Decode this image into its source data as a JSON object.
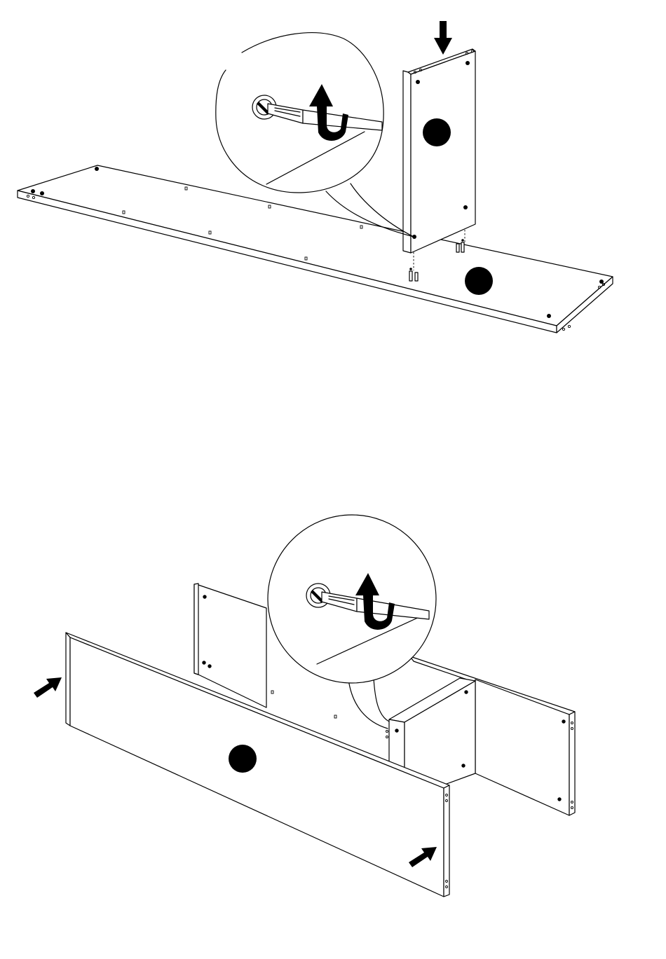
{
  "document": {
    "kind": "assembly-instructions",
    "steps": [
      {
        "callouts": [
          "part-marker",
          "part-marker"
        ],
        "icons": [
          "down-arrow-icon",
          "rotate-clockwise-icon",
          "screwdriver-icon",
          "cam-lock-icon",
          "dowel-icon"
        ]
      },
      {
        "callouts": [
          "part-marker"
        ],
        "icons": [
          "push-arrow-icon",
          "push-arrow-icon",
          "rotate-clockwise-icon",
          "screwdriver-icon",
          "cam-lock-icon"
        ]
      }
    ],
    "colors": {
      "line": "#000000",
      "background": "#ffffff"
    }
  }
}
